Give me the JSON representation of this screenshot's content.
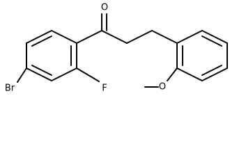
{
  "structure": {
    "atoms": {
      "oxygen_carbonyl": "O",
      "bromine": "Br",
      "fluorine": "F",
      "oxygen_methoxy": "O"
    }
  }
}
